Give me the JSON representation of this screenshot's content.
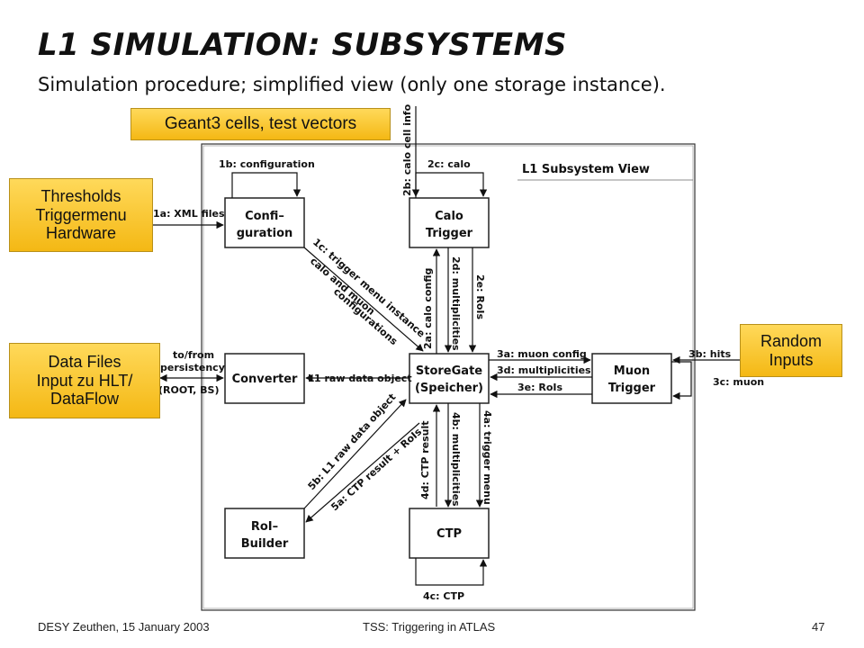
{
  "slide": {
    "title": "L1 SIMULATION: SUBSYSTEMS",
    "subtitle": "Simulation procedure; simplified view (only one storage instance)."
  },
  "callouts": {
    "geant": "Geant3 cells, test vectors",
    "thresholds": [
      "Thresholds",
      "Triggermenu",
      "Hardware"
    ],
    "datafiles": [
      "Data Files",
      "Input zu HLT/",
      "DataFlow"
    ],
    "random": [
      "Random",
      "Inputs"
    ]
  },
  "diagram": {
    "view_title": "L1 Subsystem View",
    "boxes": {
      "config": [
        "Confi–",
        "guration"
      ],
      "calo": [
        "Calo",
        "Trigger"
      ],
      "converter": [
        "Converter"
      ],
      "storegate": [
        "StoreGate",
        "(Speicher)"
      ],
      "muon": [
        "Muon",
        "Trigger"
      ],
      "roi": [
        "RoI–",
        "Builder"
      ],
      "ctp": [
        "CTP"
      ]
    },
    "labels": {
      "l1b": "1b: configuration",
      "l2c": "2c: calo",
      "l2b": "2b: calo cell info",
      "l1a": "1a: XML files",
      "l1c": [
        "1c: trigger menu instance",
        "calo and muon",
        "configurations"
      ],
      "l2a": "2a: calo config",
      "l2d": "2d: multiplicities",
      "l2e": "2e: RoIs",
      "l3a": "3a: muon config",
      "l3d": "3d: multiplicities",
      "l3e": "3e: RoIs",
      "l3b": "3b: hits",
      "l3c": "3c: muon",
      "tofrom": [
        "to/from",
        "persistency",
        "(ROOT, BS)"
      ],
      "l1raw": "L1 raw data object",
      "l5b": "5b: L1 raw data object",
      "l5a": "5a: CTP result + RoIs",
      "l4d": "4d: CTP result",
      "l4b": "4b: multiplicities",
      "l4a": "4a: trigger menu",
      "l4c": "4c: CTP"
    }
  },
  "footer": {
    "left": "DESY Zeuthen, 15 January 2003",
    "center": "TSS: Triggering in ATLAS",
    "page": "47"
  }
}
